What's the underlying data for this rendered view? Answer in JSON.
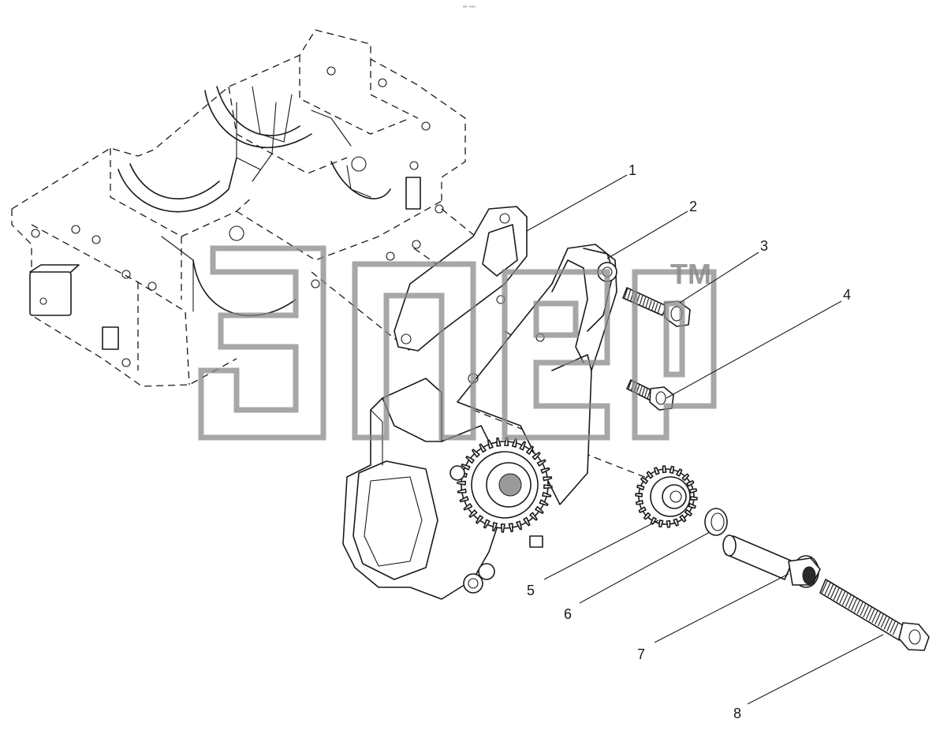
{
  "diagram": {
    "header_mark": "⁰ⁿ ⁿⁿⁿ",
    "callouts": [
      {
        "id": "1",
        "text": "1"
      },
      {
        "id": "2",
        "text": "2"
      },
      {
        "id": "3",
        "text": "3"
      },
      {
        "id": "4",
        "text": "4"
      },
      {
        "id": "5",
        "text": "5"
      },
      {
        "id": "6",
        "text": "6"
      },
      {
        "id": "7",
        "text": "7"
      },
      {
        "id": "8",
        "text": "8"
      }
    ],
    "watermark": {
      "mark": "TM"
    }
  }
}
